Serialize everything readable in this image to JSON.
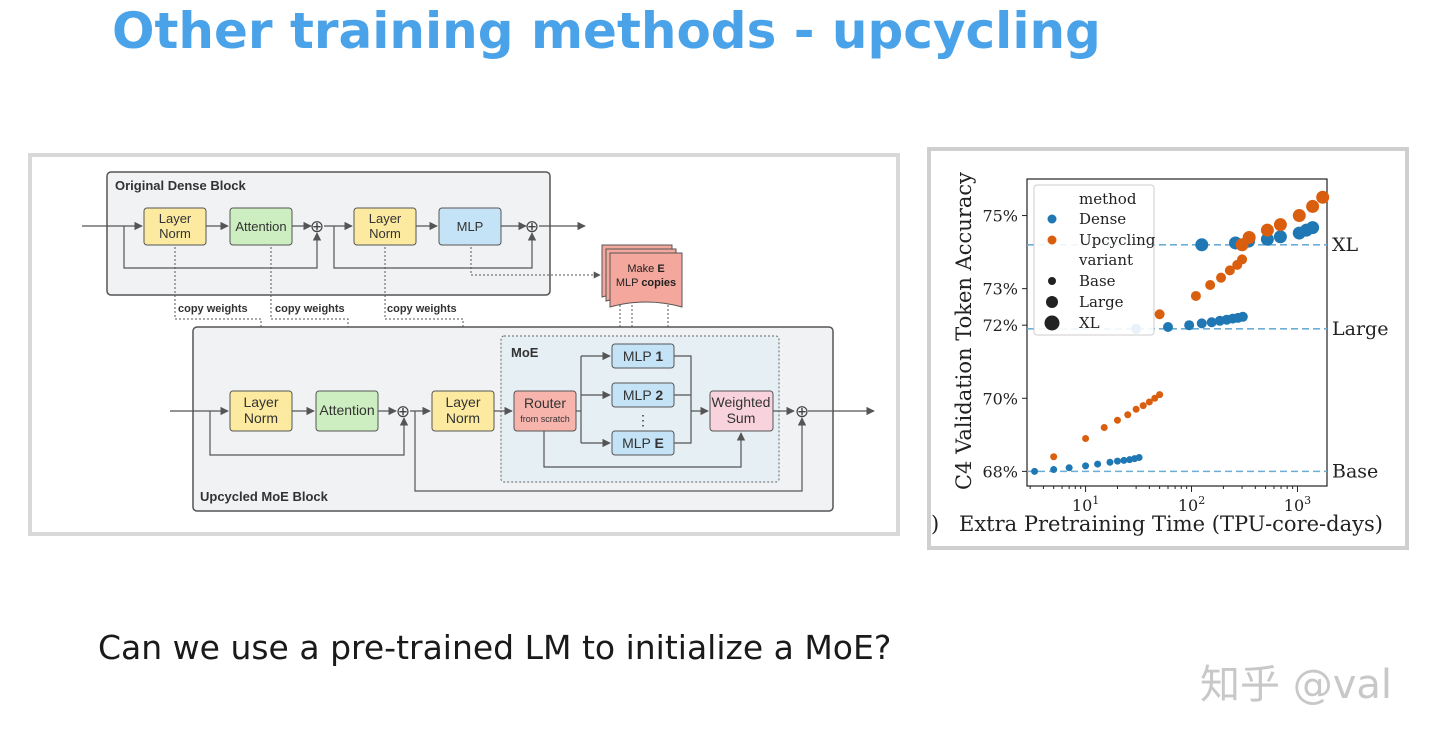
{
  "slide": {
    "title": "Other training methods - upcycling",
    "question": "Can we use a pre-trained LM to initialize a MoE?",
    "watermark": "知乎 @val"
  },
  "diagram": {
    "dense_block_label": "Original Dense Block",
    "moe_block_label": "Upcycled MoE Block",
    "moe_label": "MoE",
    "layer_norm_line1": "Layer",
    "layer_norm_line2": "Norm",
    "attention": "Attention",
    "mlp": "MLP",
    "copy_weights": "copy weights",
    "make_copies_line1_prefix": "Make ",
    "make_copies_line1_bold": "E",
    "make_copies_line2_prefix": "MLP ",
    "make_copies_line2_bold": "copies",
    "router": "Router",
    "router_sub": "from scratch",
    "mlp_1_prefix": "MLP ",
    "mlp_1_bold": "1",
    "mlp_2_prefix": "MLP ",
    "mlp_2_bold": "2",
    "mlp_e_prefix": "MLP ",
    "mlp_e_bold": "E",
    "ellipsis": "⋮",
    "weighted_line1": "Weighted",
    "weighted_line2": "Sum",
    "sum_symbol": "⊕"
  },
  "colors": {
    "title": "#4aa3e8",
    "layer_norm": "#fbeaa0",
    "attention": "#cdeec1",
    "mlp": "#c5e3f6",
    "router": "#f6b4ac",
    "weighted_sum": "#f8d3dd",
    "block_bg": "#f1f2f4",
    "moe_bg": "#e6eff4",
    "dense_series": "#1f77b4",
    "upcycling_series": "#d95f0e",
    "ref_line": "#6baed6"
  },
  "chart_data": {
    "type": "scatter",
    "xlabel": "Extra Pretraining Time (TPU-core-days)",
    "ylabel": "C4 Validation Token Accuracy",
    "x_scale": "log",
    "xlim": [
      2.8,
      1900
    ],
    "ylim": [
      67.6,
      76.0
    ],
    "x_ticks": [
      {
        "label": "10",
        "exp": "1",
        "value": 10
      },
      {
        "label": "10",
        "exp": "2",
        "value": 100
      },
      {
        "label": "10",
        "exp": "3",
        "value": 1000
      }
    ],
    "y_ticks": [
      {
        "label": "68%",
        "value": 68
      },
      {
        "label": "70%",
        "value": 70
      },
      {
        "label": "72%",
        "value": 72
      },
      {
        "label": "73%",
        "value": 73
      },
      {
        "label": "75%",
        "value": 75
      }
    ],
    "partial_left_label": ")",
    "legend": {
      "placement": "top-left",
      "method_title": "method",
      "variant_title": "variant",
      "methods": [
        {
          "name": "Dense",
          "color": "#1f77b4"
        },
        {
          "name": "Upcycling",
          "color": "#d95f0e"
        }
      ],
      "variants": [
        "Base",
        "Large",
        "XL"
      ]
    },
    "reference_lines": [
      {
        "label": "XL",
        "value": 74.2
      },
      {
        "label": "Large",
        "value": 71.9
      },
      {
        "label": "Base",
        "value": 68.0
      }
    ],
    "series": [
      {
        "name": "Dense",
        "variant": "Base",
        "x": [
          3.3,
          5,
          7,
          10,
          13,
          17,
          20,
          23,
          26,
          29,
          32
        ],
        "y": [
          68.0,
          68.05,
          68.1,
          68.15,
          68.2,
          68.25,
          68.28,
          68.3,
          68.32,
          68.35,
          68.38
        ]
      },
      {
        "name": "Dense",
        "variant": "Large",
        "x": [
          30,
          60,
          95,
          125,
          155,
          185,
          215,
          245,
          275,
          305
        ],
        "y": [
          71.9,
          71.95,
          72.0,
          72.05,
          72.08,
          72.12,
          72.15,
          72.18,
          72.2,
          72.23
        ]
      },
      {
        "name": "Dense",
        "variant": "XL",
        "x": [
          125,
          260,
          345,
          520,
          690,
          1040,
          1215,
          1390
        ],
        "y": [
          74.2,
          74.25,
          74.3,
          74.35,
          74.42,
          74.52,
          74.6,
          74.67
        ]
      },
      {
        "name": "Upcycling",
        "variant": "Base",
        "x": [
          5,
          10,
          15,
          20,
          25,
          30,
          35,
          40,
          45,
          50
        ],
        "y": [
          68.4,
          68.9,
          69.2,
          69.4,
          69.55,
          69.7,
          69.8,
          69.9,
          70.0,
          70.1
        ]
      },
      {
        "name": "Upcycling",
        "variant": "Large",
        "x": [
          50,
          110,
          150,
          190,
          230,
          270,
          300
        ],
        "y": [
          72.3,
          72.8,
          73.1,
          73.3,
          73.5,
          73.65,
          73.8
        ]
      },
      {
        "name": "Upcycling",
        "variant": "XL",
        "x": [
          300,
          350,
          520,
          690,
          1040,
          1390,
          1730
        ],
        "y": [
          74.2,
          74.4,
          74.6,
          74.75,
          75.0,
          75.25,
          75.5
        ]
      }
    ]
  }
}
